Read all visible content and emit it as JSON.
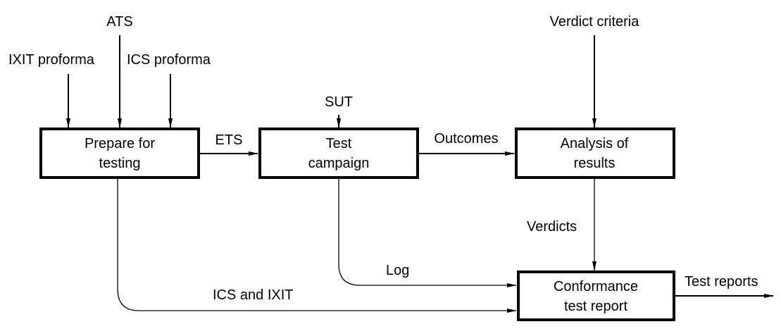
{
  "diagram": {
    "type": "conformance-testing-process-flow",
    "boxes": [
      {
        "id": "prepare",
        "lines": [
          "Prepare for",
          "testing"
        ]
      },
      {
        "id": "campaign",
        "lines": [
          "Test",
          "campaign"
        ]
      },
      {
        "id": "analysis",
        "lines": [
          "Analysis of",
          "results"
        ]
      },
      {
        "id": "report",
        "lines": [
          "Conformance",
          "test report"
        ]
      }
    ],
    "inputs": {
      "ixit_proforma": "IXIT proforma",
      "ats": "ATS",
      "ics_proforma": "ICS proforma",
      "sut": "SUT",
      "verdict_criteria": "Verdict criteria"
    },
    "flows": {
      "ets": "ETS",
      "outcomes": "Outcomes",
      "verdicts": "Verdicts",
      "log": "Log",
      "ics_and_ixit": "ICS and IXIT",
      "test_reports": "Test reports"
    },
    "edges": [
      {
        "from": "IXIT proforma",
        "to": "prepare"
      },
      {
        "from": "ATS",
        "to": "prepare"
      },
      {
        "from": "ICS proforma",
        "to": "prepare"
      },
      {
        "from": "prepare",
        "to": "campaign",
        "label": "ETS"
      },
      {
        "from": "SUT",
        "to": "campaign"
      },
      {
        "from": "campaign",
        "to": "analysis",
        "label": "Outcomes"
      },
      {
        "from": "Verdict criteria",
        "to": "analysis"
      },
      {
        "from": "analysis",
        "to": "report",
        "label": "Verdicts"
      },
      {
        "from": "campaign",
        "to": "report",
        "label": "Log"
      },
      {
        "from": "prepare",
        "to": "report",
        "label": "ICS and IXIT"
      },
      {
        "from": "report",
        "to": "output",
        "label": "Test reports"
      }
    ]
  }
}
